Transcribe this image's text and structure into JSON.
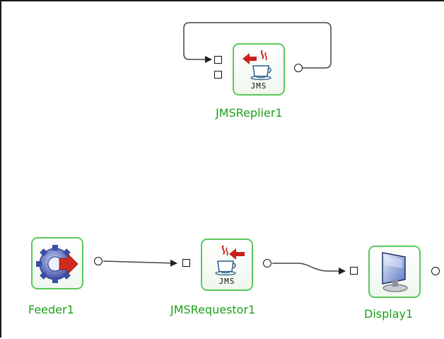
{
  "nodes": {
    "replier": {
      "label": "JMSReplier1",
      "badge": "JMS",
      "icon": "jms-replier-icon"
    },
    "feeder": {
      "label": "Feeder1",
      "icon": "feeder-gear-icon"
    },
    "requestor": {
      "label": "JMSRequestor1",
      "badge": "JMS",
      "icon": "jms-requestor-icon"
    },
    "display": {
      "label": "Display1",
      "icon": "display-monitor-icon"
    }
  },
  "colors": {
    "node_border": "#5ac85a",
    "label": "#1aa11a",
    "wire": "#333333"
  }
}
